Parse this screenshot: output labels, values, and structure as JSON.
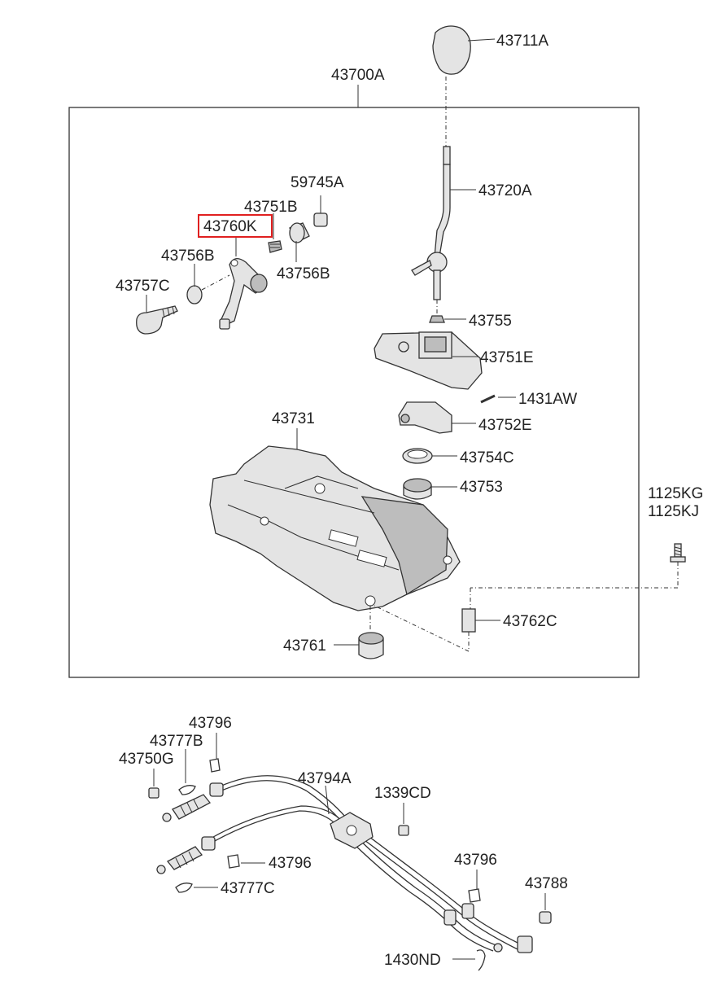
{
  "diagram": {
    "highlighted_part": "43760K",
    "labels": {
      "p43711A": "43711A",
      "p43700A": "43700A",
      "p59745A": "59745A",
      "p43720A": "43720A",
      "p43751B": "43751B",
      "p43760K": "43760K",
      "p43756B_left": "43756B",
      "p43756B_right": "43756B",
      "p43757C": "43757C",
      "p43755": "43755",
      "p43751E": "43751E",
      "p1431AW": "1431AW",
      "p43731": "43731",
      "p43752E": "43752E",
      "p43754C": "43754C",
      "p43753": "43753",
      "p1125KG": "1125KG",
      "p1125KJ": "1125KJ",
      "p43762C": "43762C",
      "p43761": "43761",
      "p43796_top": "43796",
      "p43777B": "43777B",
      "p43750G": "43750G",
      "p43794A": "43794A",
      "p1339CD": "1339CD",
      "p43796_mid": "43796",
      "p43777C": "43777C",
      "p43796_right": "43796",
      "p43788": "43788",
      "p1430ND": "1430ND"
    }
  }
}
